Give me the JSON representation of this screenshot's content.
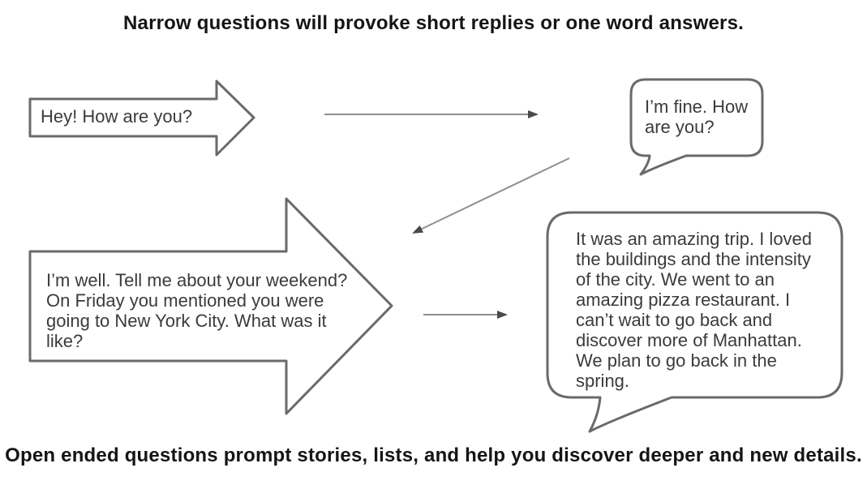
{
  "titles": {
    "top": "Narrow questions will provoke short replies or one word answers.",
    "bottom": "Open ended questions prompt stories, lists, and help you discover deeper and new details."
  },
  "narrow_exchange": {
    "question": "Hey! How are you?",
    "reply": "I’m fine. How\nare you?"
  },
  "open_exchange": {
    "question": "I’m well. Tell me about your weekend?\nOn Friday you mentioned you were\ngoing to New York City. What was it\nlike?",
    "reply": "It was an amazing trip. I loved\nthe buildings and the intensity\nof the city. We went to an\namazing pizza restaurant. I\ncan’t wait to go back and\ndiscover more of Manhattan.\nWe plan to go back in the\nspring."
  },
  "icons": [
    "narrow-question-block-arrow-icon",
    "open-question-block-arrow-icon",
    "narrow-reply-speech-bubble-icon",
    "open-reply-speech-bubble-icon",
    "connector-arrow-right-top-icon",
    "connector-arrow-diagonal-icon",
    "connector-arrow-right-middle-icon"
  ],
  "colors": {
    "shape_outline": "#6a6a6a",
    "connector_line": "#8f8f8f",
    "arrowhead": "#4a4a4a",
    "body_text": "#3b3b3b",
    "title_text": "#151515",
    "background": "#ffffff"
  }
}
